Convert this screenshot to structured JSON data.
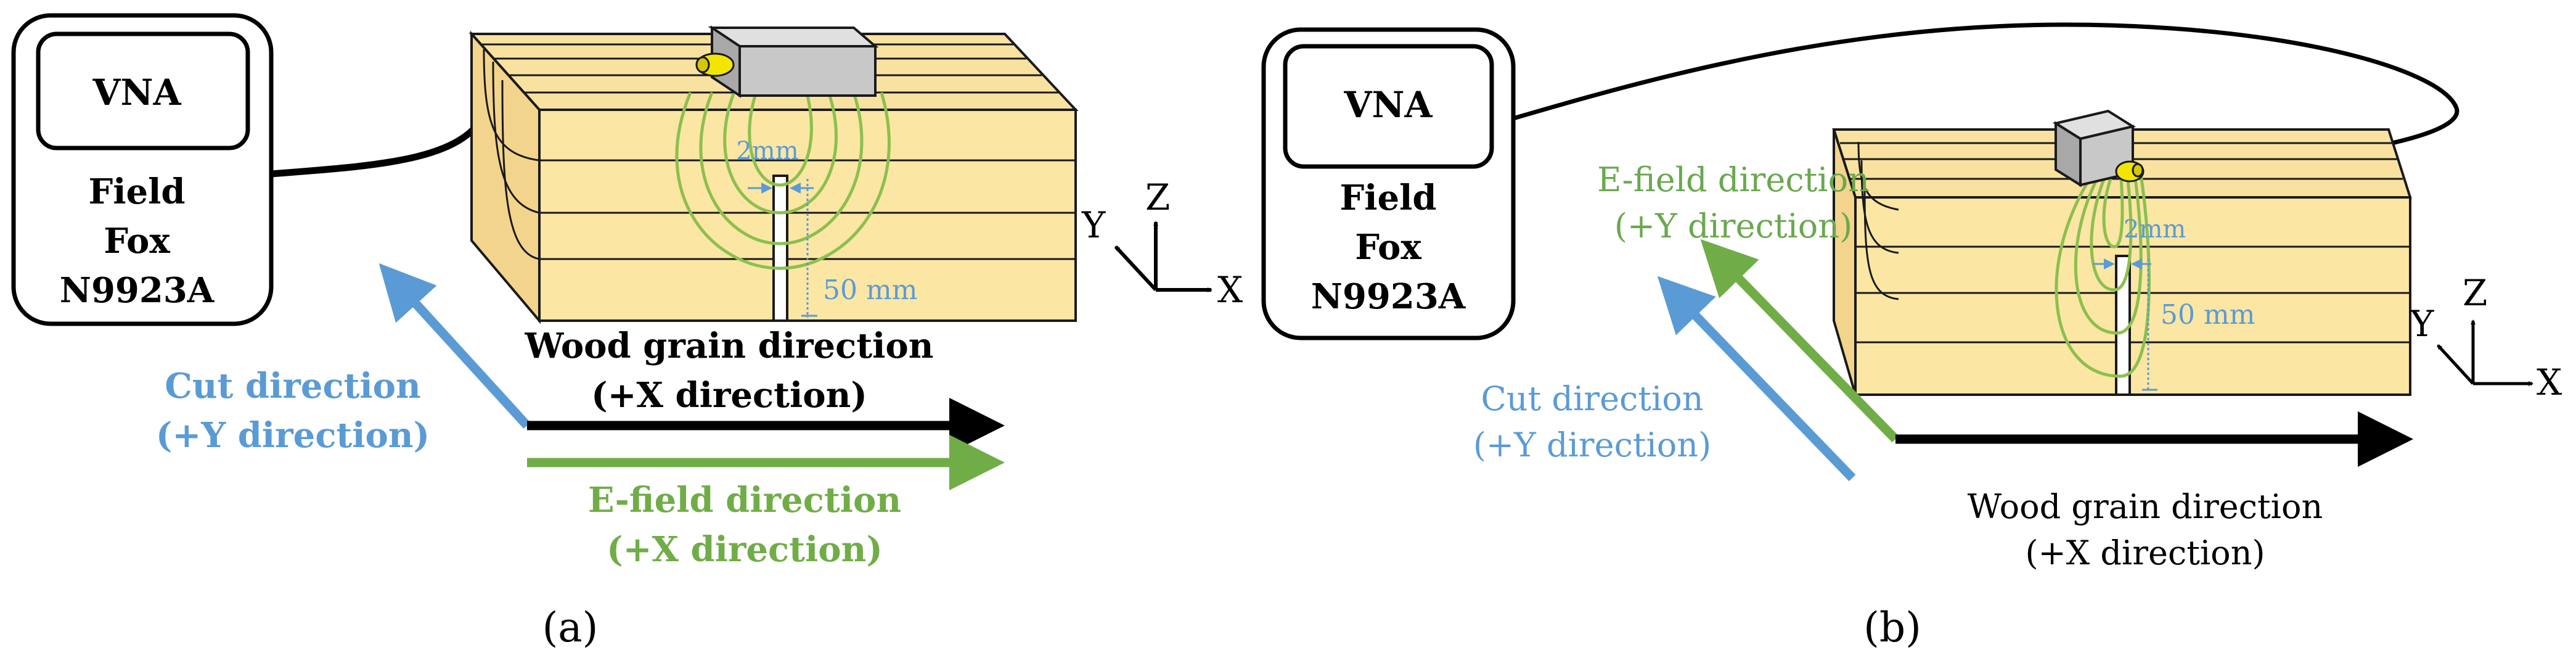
{
  "panel_a": {
    "vna_label": "VNA",
    "device_line1": "Field",
    "device_line2": "Fox",
    "device_line3": "N9923A",
    "gap_label": "2mm",
    "depth_label": "50 mm",
    "axis_y": "Y",
    "axis_z": "Z",
    "axis_x": "X",
    "grain_label_line1": "Wood grain direction",
    "grain_label_line2": "(+X direction)",
    "cut_label_line1": "Cut direction",
    "cut_label_line2": "(+Y direction)",
    "efield_label_line1": "E-field direction",
    "efield_label_line2": "(+X direction)",
    "caption": "(a)"
  },
  "panel_b": {
    "vna_label": "VNA",
    "device_line1": "Field",
    "device_line2": "Fox",
    "device_line3": "N9923A",
    "gap_label": "2mm",
    "depth_label": "50 mm",
    "axis_y": "Y",
    "axis_z": "Z",
    "axis_x": "X",
    "efield_label_line1": "E-field direction",
    "efield_label_line2": "(+Y direction)",
    "cut_label_line1": "Cut direction",
    "cut_label_line2": "(+Y direction)",
    "grain_label_line1": "Wood grain direction",
    "grain_label_line2": "(+X direction)",
    "caption": "(b)"
  },
  "colors": {
    "wood_front": "#fbe6a4",
    "wood_top": "#f9e2a0",
    "wood_side": "#f3d48c",
    "wood_line": "#1a1a1a",
    "field_lines": "#8cbf4f",
    "cut_arrow": "#5b9bd5",
    "efield_arrow": "#70ad47",
    "grain_arrow": "#000000",
    "probe_body": "#c8c8c8",
    "probe_tip": "#f2e600",
    "dim_lines": "#5b9bd5",
    "efield_text_b": "#6aa84f"
  }
}
